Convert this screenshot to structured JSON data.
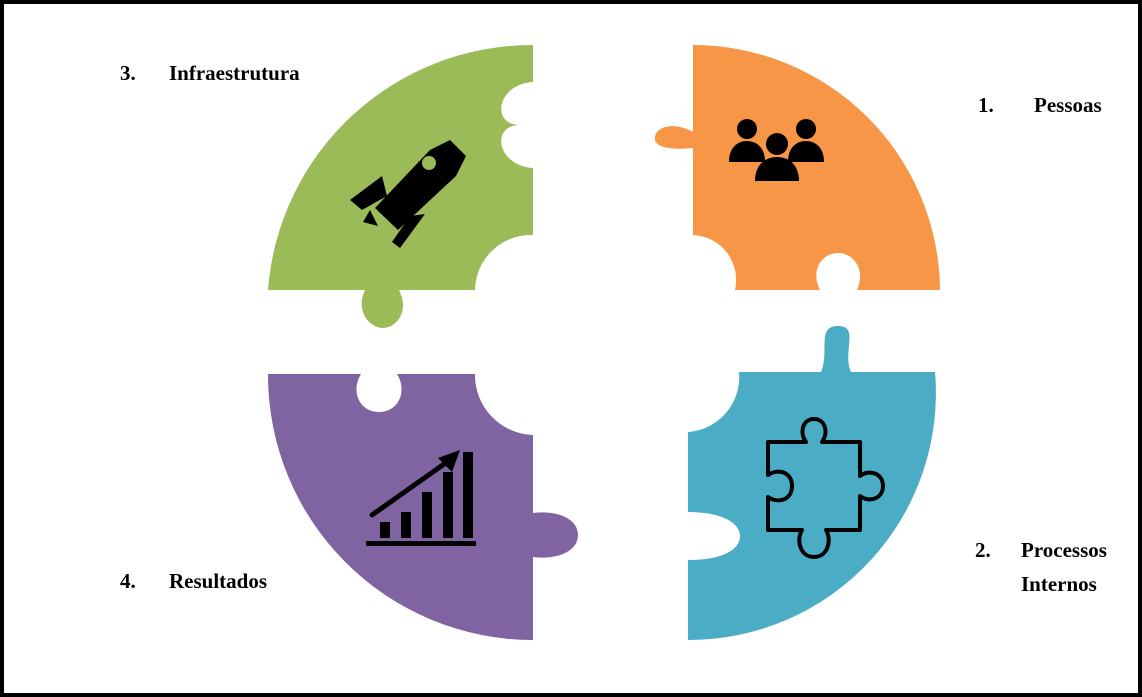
{
  "colors": {
    "people": "#F79646",
    "processes": "#4BACC6",
    "infrastructure": "#9BBB59",
    "results": "#8064A2",
    "icon": "#000000",
    "border": "#000000"
  },
  "quadrants": {
    "people": {
      "number": "1.",
      "title": "Pessoas",
      "icon": "people-group-icon"
    },
    "processes": {
      "number": "2.",
      "title_line1": "Processos",
      "title_line2": "Internos",
      "icon": "puzzle-piece-icon"
    },
    "infrastructure": {
      "number": "3.",
      "title": "Infraestrutura",
      "icon": "rocket-icon"
    },
    "results": {
      "number": "4.",
      "title": "Resultados",
      "icon": "growth-chart-icon"
    }
  }
}
